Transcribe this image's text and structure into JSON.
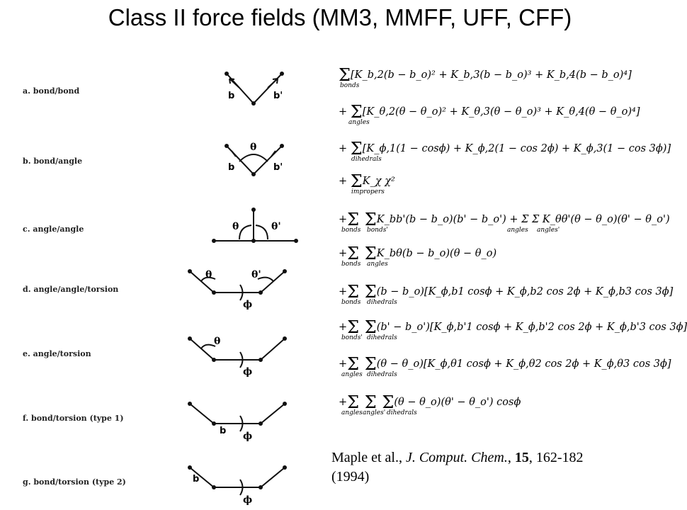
{
  "title": "Class II force fields (MM3, MMFF, UFF, CFF)",
  "terms": [
    {
      "label": "a. bond/bond",
      "angle_symbols": [],
      "bond_symbols": [
        "b",
        "b'"
      ]
    },
    {
      "label": "b. bond/angle",
      "angle_symbols": [
        "θ"
      ],
      "bond_symbols": [
        "b",
        "b'"
      ]
    },
    {
      "label": "c. angle/angle",
      "angle_symbols": [
        "θ",
        "θ'"
      ],
      "bond_symbols": []
    },
    {
      "label": "d. angle/angle/torsion",
      "angle_symbols": [
        "θ",
        "θ'"
      ],
      "torsion_symbol": "ϕ"
    },
    {
      "label": "e. angle/torsion",
      "angle_symbols": [
        "θ"
      ],
      "torsion_symbol": "ϕ"
    },
    {
      "label": "f. bond/torsion (type 1)",
      "bond_symbols": [
        "b"
      ],
      "torsion_symbol": "ϕ"
    },
    {
      "label": "g. bond/torsion (type 2)",
      "bond_symbols": [
        "b"
      ],
      "torsion_symbol": "ϕ"
    }
  ],
  "equations": [
    {
      "prefix": "",
      "body": "[K_b,2(b − b_o)² + K_b,3(b − b_o)³ + K_b,4(b − b_o)⁴]",
      "subs": [
        "bonds"
      ]
    },
    {
      "prefix": "+",
      "body": "[K_θ,2(θ − θ_o)² + K_θ,3(θ − θ_o)³ + K_θ,4(θ − θ_o)⁴]",
      "subs": [
        "angles"
      ]
    },
    {
      "prefix": "+",
      "body": "[K_ϕ,1(1 − cosϕ) + K_ϕ,2(1 − cos 2ϕ) + K_ϕ,3(1 − cos 3ϕ)]",
      "subs": [
        "dihedrals"
      ]
    },
    {
      "prefix": "+",
      "body": "K_χ χ²",
      "subs": [
        "impropers"
      ]
    },
    {
      "prefix": "+",
      "body": "K_bb'(b − b_o)(b' − b_o') + Σ Σ K_θθ'(θ − θ_o)(θ' − θ_o')",
      "subs": [
        "bonds",
        "bonds'",
        "angles",
        "angles'"
      ]
    },
    {
      "prefix": "+",
      "body": "K_bθ(b − b_o)(θ − θ_o)",
      "subs": [
        "bonds",
        "angles"
      ]
    },
    {
      "prefix": "+",
      "body": "(b − b_o)[K_ϕ,b1 cosϕ + K_ϕ,b2 cos 2ϕ + K_ϕ,b3 cos 3ϕ]",
      "subs": [
        "bonds",
        "dihedrals"
      ]
    },
    {
      "prefix": "+",
      "body": "(b' − b_o')[K_ϕ,b'1 cosϕ + K_ϕ,b'2 cos 2ϕ + K_ϕ,b'3 cos 3ϕ]",
      "subs": [
        "bonds'",
        "dihedrals"
      ]
    },
    {
      "prefix": "+",
      "body": "(θ − θ_o)[K_ϕ,θ1 cosϕ + K_ϕ,θ2 cos 2ϕ + K_ϕ,θ3 cos 3ϕ]",
      "subs": [
        "angles",
        "dihedrals"
      ]
    },
    {
      "prefix": "+",
      "body": "(θ − θ_o)(θ' − θ_o') cosϕ",
      "subs": [
        "angles",
        "angles'",
        "dihedrals"
      ]
    }
  ],
  "citation": {
    "authors": "Maple et al., ",
    "journal": "J. Comput. Chem.",
    "volume": "15",
    "pages": ", 162-182",
    "year": "(1994)"
  }
}
